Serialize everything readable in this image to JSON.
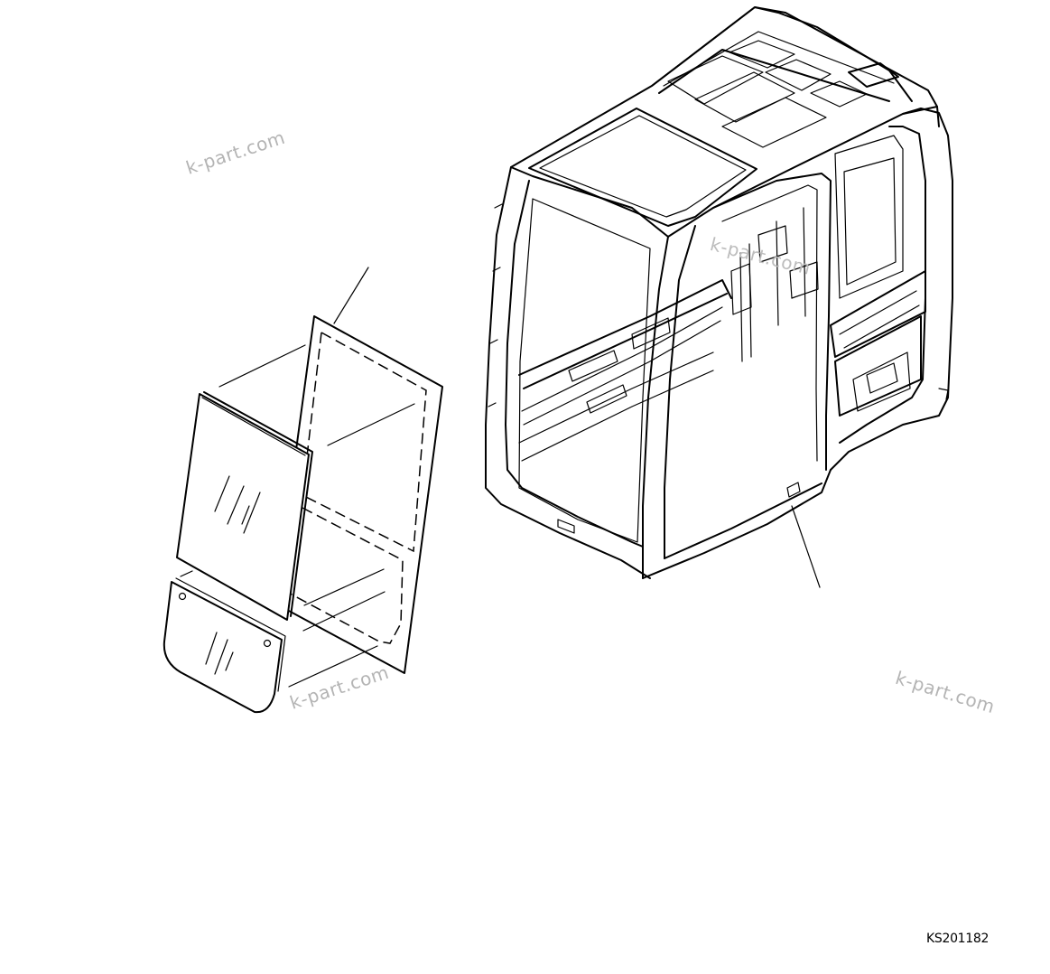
{
  "watermarks": [
    "k-part.com",
    "k-part.com",
    "k-part.com",
    "k-part.com"
  ],
  "drawing_code": "KS201182",
  "parts": [
    {
      "name": "cab-frame",
      "icon": "excavator-cab-frame-icon"
    },
    {
      "name": "window-glass-upper",
      "icon": "glass-pane-icon"
    },
    {
      "name": "window-glass-lower",
      "icon": "glass-pane-icon"
    },
    {
      "name": "window-seal-sheet",
      "icon": "seal-sheet-icon"
    }
  ]
}
